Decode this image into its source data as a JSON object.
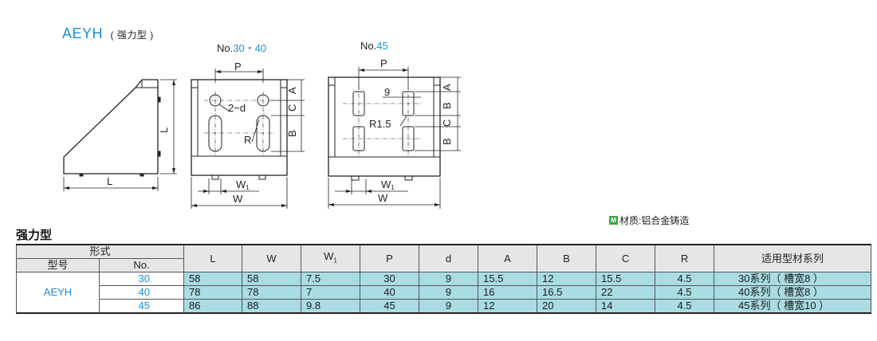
{
  "header": {
    "model": "AEYH",
    "model_sub": "( 强力型 )",
    "fig1_prefix": "No.",
    "fig1_value": "30・40",
    "fig2_prefix": "No.",
    "fig2_value": "45"
  },
  "drawing_labels": {
    "side_bottom": "L",
    "side_right": "L",
    "f1_P": "P",
    "f1_2d": "2−d",
    "f1_R": "R",
    "f1_A": "A",
    "f1_C": "C",
    "f1_B": "B",
    "f1_W1": "W",
    "f1_W1_sub": "1",
    "f1_W": "W",
    "f2_P": "P",
    "f2_9": "9",
    "f2_R": "R1.5",
    "f2_A": "A",
    "f2_B1": "B",
    "f2_C": "C",
    "f2_B2": "B",
    "f2_W1": "W",
    "f2_W1_sub": "1",
    "f2_W": "W"
  },
  "material": {
    "icon": "M",
    "text": "材质:铝合金铸造"
  },
  "section_title": "强力型",
  "table": {
    "group_header": "形式",
    "col_model": "型号",
    "col_no": "No.",
    "columns": [
      "L",
      "W",
      "W",
      "P",
      "d",
      "A",
      "B",
      "C",
      "R",
      "适用型材系列"
    ],
    "w1_sub": "1",
    "model": "AEYH",
    "rows": [
      {
        "no": "30",
        "L": "58",
        "W": "58",
        "W1": "7.5",
        "P": "30",
        "d": "9",
        "A": "15.5",
        "B": "12",
        "C": "15.5",
        "R": "4.5",
        "series": "30系列（ 槽宽8 ）"
      },
      {
        "no": "40",
        "L": "78",
        "W": "78",
        "W1": "7",
        "P": "40",
        "d": "9",
        "A": "16",
        "B": "16.5",
        "C": "22",
        "R": "4.5",
        "series": "40系列（ 槽宽8 ）"
      },
      {
        "no": "45",
        "L": "86",
        "W": "88",
        "W1": "9.8",
        "P": "45",
        "d": "9",
        "A": "12",
        "B": "20",
        "C": "14",
        "R": "4.5",
        "series": "45系列（ 槽宽10 ）"
      }
    ]
  }
}
